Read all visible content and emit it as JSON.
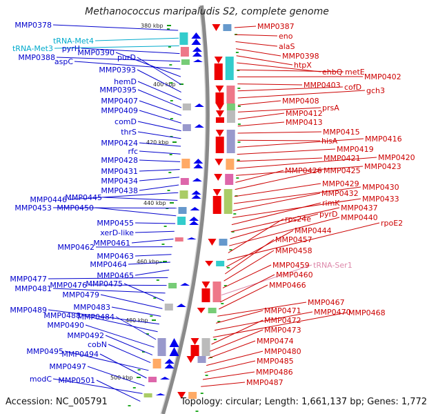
{
  "title": "Methanococcus maripaludis S2, complete genome",
  "accession": "Accession: NC_005791",
  "summary": "Topology: circular; Length: 1,661,137 bp; Genes: 1,772",
  "colors": {
    "left_label": "#0000cc",
    "right_label": "#cc0000",
    "trna_left": "#00aacc",
    "trna_right": "#dd88aa",
    "left_arrow": "#0000ee",
    "right_arrow": "#ee0000",
    "backbone": "#888888"
  },
  "scale_labels": [
    "380 kbp",
    "400 kbp",
    "420 kbp",
    "440 kbp",
    "460 kbp",
    "480 kbp",
    "500 kbp"
  ],
  "left_genes": [
    "MMP0378",
    "tRNA-Met4",
    "tRNA-Met3",
    "pyrH",
    "MMP0388",
    "aspC",
    "MMP0390",
    "purD",
    "MMP0393",
    "hemD",
    "MMP0395",
    "MMP0407",
    "MMP0409",
    "comD",
    "thrS",
    "MMP0424",
    "rfc",
    "MMP0428",
    "MMP0431",
    "MMP0434",
    "MMP0438",
    "MMP0446",
    "MMP0445",
    "MMP0453",
    "MMP0450",
    "MMP0455",
    "xerD-like",
    "MMP0461",
    "MMP0462",
    "MMP0463",
    "MMP0464",
    "MMP0465",
    "MMP0477",
    "MMP0476",
    "MMP0481",
    "MMP0475",
    "MMP0479",
    "MMP0483",
    "MMP0489",
    "MMP0488",
    "MMP0484",
    "MMP0490",
    "MMP0492",
    "cobN",
    "MMP0495",
    "MMP0494",
    "MMP0497",
    "modC",
    "MMP0501"
  ],
  "right_genes": [
    "MMP0387",
    "eno",
    "alaS",
    "MMP0398",
    "htpX",
    "ehbQ",
    "metE",
    "MMP0402",
    "MMP0403",
    "cofD",
    "gch3",
    "MMP0408",
    "prsA",
    "MMP0412",
    "MMP0413",
    "MMP0415",
    "hisA",
    "MMP0416",
    "MMP0419",
    "MMP0421",
    "MMP0420",
    "MMP0423",
    "MMP0426",
    "MMP0425",
    "MMP0429",
    "MMP0430",
    "MMP0432",
    "MMP0433",
    "rimK",
    "MMP0437",
    "pyrD",
    "MMP0440",
    "rps24e",
    "rpoE2",
    "MMP0444",
    "MMP0457",
    "MMP0458",
    "MMP0459",
    "tRNA-Ser1",
    "MMP0460",
    "MMP0466",
    "MMP0467",
    "MMP0471",
    "MMP0470",
    "MMP0468",
    "MMP0472",
    "MMP0473",
    "MMP0474",
    "MMP0480",
    "MMP0485",
    "MMP0486",
    "MMP0487"
  ]
}
